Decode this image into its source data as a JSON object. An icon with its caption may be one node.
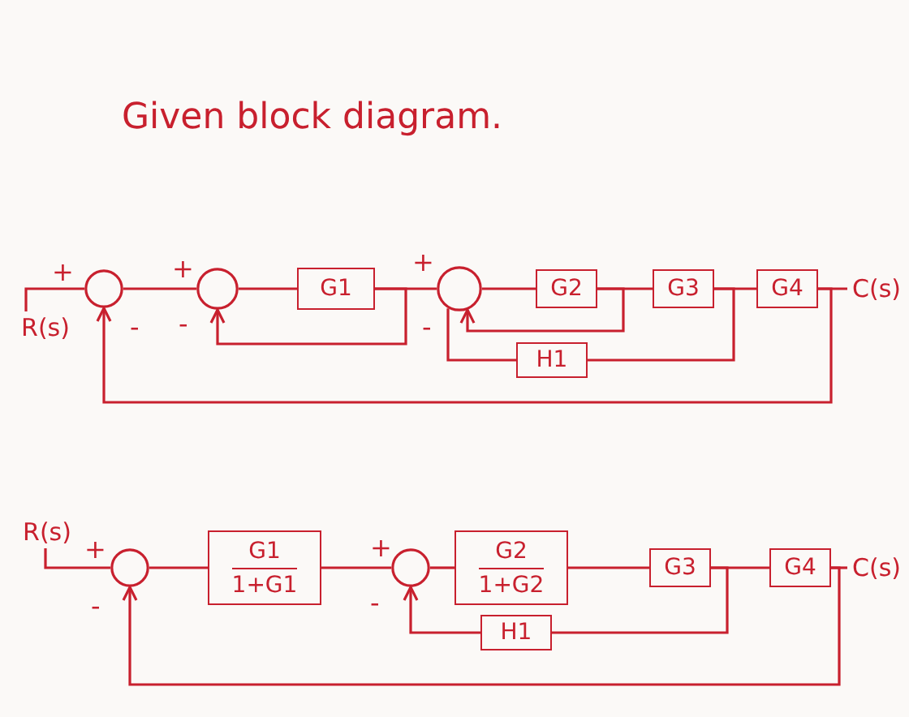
{
  "diagram": {
    "title": "Given block diagram.",
    "nodes": [
      {
        "text": [
          "R(s)"
        ]
      },
      {
        "text": [],
        "shape": "circle"
      },
      {
        "text": [],
        "shape": "circle"
      },
      {
        "text": [
          "G1"
        ]
      },
      {
        "text": [],
        "shape": "circle"
      },
      {
        "text": [
          "G2"
        ]
      },
      {
        "text": [
          "G3"
        ]
      },
      {
        "text": [
          "H1"
        ]
      },
      {
        "text": [
          "G4"
        ]
      },
      {
        "text": [
          "C(s)"
        ]
      },
      {
        "text": [
          "R(s)"
        ]
      },
      {
        "text": [],
        "shape": "circle"
      },
      {
        "text": [
          "G1",
          "1+G1"
        ]
      },
      {
        "text": [],
        "shape": "circle"
      },
      {
        "text": [
          "G2",
          "1+G2"
        ]
      },
      {
        "text": [
          "G3"
        ]
      },
      {
        "text": [
          "H1"
        ]
      },
      {
        "text": [
          "G4"
        ]
      },
      {
        "text": [
          "C(s)"
        ]
      }
    ],
    "edges": [
      {
        "from": 0,
        "to": 1,
        "arrow": "none"
      },
      {
        "from": 1,
        "to": 2,
        "arrow": "none"
      },
      {
        "from": 2,
        "to": 3,
        "arrow": "none"
      },
      {
        "from": 3,
        "to": 4,
        "arrow": "none"
      },
      {
        "from": 3,
        "to": 2,
        "arrow": "to"
      },
      {
        "from": 4,
        "to": 5,
        "arrow": "none"
      },
      {
        "from": 5,
        "to": 6,
        "arrow": "none"
      },
      {
        "from": 5,
        "to": 4,
        "arrow": "to"
      },
      {
        "from": 6,
        "to": 8,
        "arrow": "none"
      },
      {
        "from": 6,
        "to": 7,
        "arrow": "none"
      },
      {
        "from": 7,
        "to": 4,
        "arrow": "none"
      },
      {
        "from": 8,
        "to": 9,
        "arrow": "none"
      },
      {
        "from": 8,
        "to": 1,
        "arrow": "to"
      },
      {
        "from": 10,
        "to": 11,
        "arrow": "none"
      },
      {
        "from": 11,
        "to": 12,
        "arrow": "none"
      },
      {
        "from": 12,
        "to": 13,
        "arrow": "none"
      },
      {
        "from": 13,
        "to": 14,
        "arrow": "none"
      },
      {
        "from": 14,
        "to": 15,
        "arrow": "none"
      },
      {
        "from": 15,
        "to": 16,
        "arrow": "none"
      },
      {
        "from": 16,
        "to": 13,
        "arrow": "to"
      },
      {
        "from": 15,
        "to": 17,
        "arrow": "none"
      },
      {
        "from": 17,
        "to": 18,
        "arrow": "none"
      },
      {
        "from": 17,
        "to": 11,
        "arrow": "to"
      }
    ],
    "labels": [
      "+",
      "-",
      "+",
      "-",
      "+",
      "-",
      "+",
      "-",
      "+",
      "-"
    ]
  }
}
